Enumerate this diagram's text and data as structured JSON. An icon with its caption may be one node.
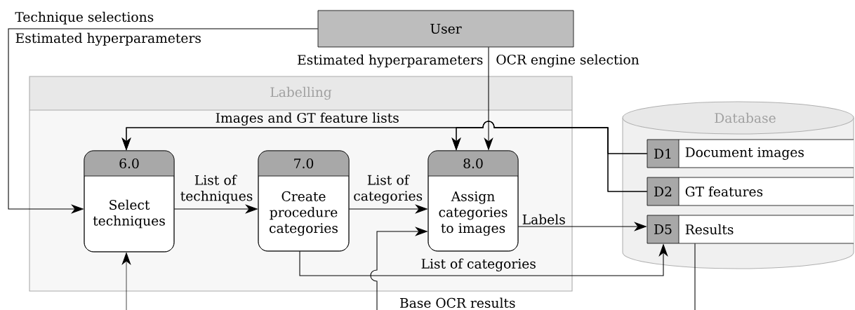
{
  "diagram": {
    "nodes": [
      {
        "text": [
          "User"
        ]
      },
      {
        "text": [
          "Labelling"
        ]
      },
      {
        "text": [
          "6.0",
          "Select techniques"
        ],
        "in": 1
      },
      {
        "text": [
          "7.0",
          "Create procedure categories"
        ],
        "in": 1
      },
      {
        "text": [
          "8.0",
          "Assign categories to images"
        ],
        "in": 1
      },
      {
        "text": [
          "Database"
        ]
      },
      {
        "text": [
          "D1",
          "Document images"
        ],
        "in": 5
      },
      {
        "text": [
          "D2",
          "GT features"
        ],
        "in": 5
      },
      {
        "text": [
          "D5",
          "Results"
        ],
        "in": 5
      }
    ],
    "edges": [
      {
        "from": 0,
        "to": 2,
        "arrow": "to",
        "label": "Technique selections"
      },
      {
        "from": 0,
        "to": 4,
        "arrow": "to",
        "label": "OCR engine selection"
      },
      {
        "from": 6,
        "to": 2,
        "arrow": "to",
        "label": "Images and GT feature lists"
      },
      {
        "from": 6,
        "to": 4,
        "arrow": "to"
      },
      {
        "from": 7,
        "to": 2,
        "arrow": "to"
      },
      {
        "from": 7,
        "to": 4,
        "arrow": "to"
      },
      {
        "from": 2,
        "to": 3,
        "arrow": "to",
        "label": "List of techniques"
      },
      {
        "from": 3,
        "to": 4,
        "arrow": "to",
        "label": "List of categories"
      },
      {
        "from": 4,
        "to": 8,
        "arrow": "to",
        "label": "Labels"
      },
      {
        "from": 3,
        "to": 8,
        "arrow": "to",
        "label": "List of categories"
      },
      {
        "from": null,
        "to": 4,
        "arrow": "to",
        "label": "Base OCR results"
      },
      {
        "from": null,
        "to": 2,
        "arrow": "to"
      },
      {
        "from": 8,
        "to": null,
        "arrow": "none"
      }
    ],
    "labels": [
      "Estimated hyperparameters",
      "Estimated hyperparameters"
    ]
  }
}
